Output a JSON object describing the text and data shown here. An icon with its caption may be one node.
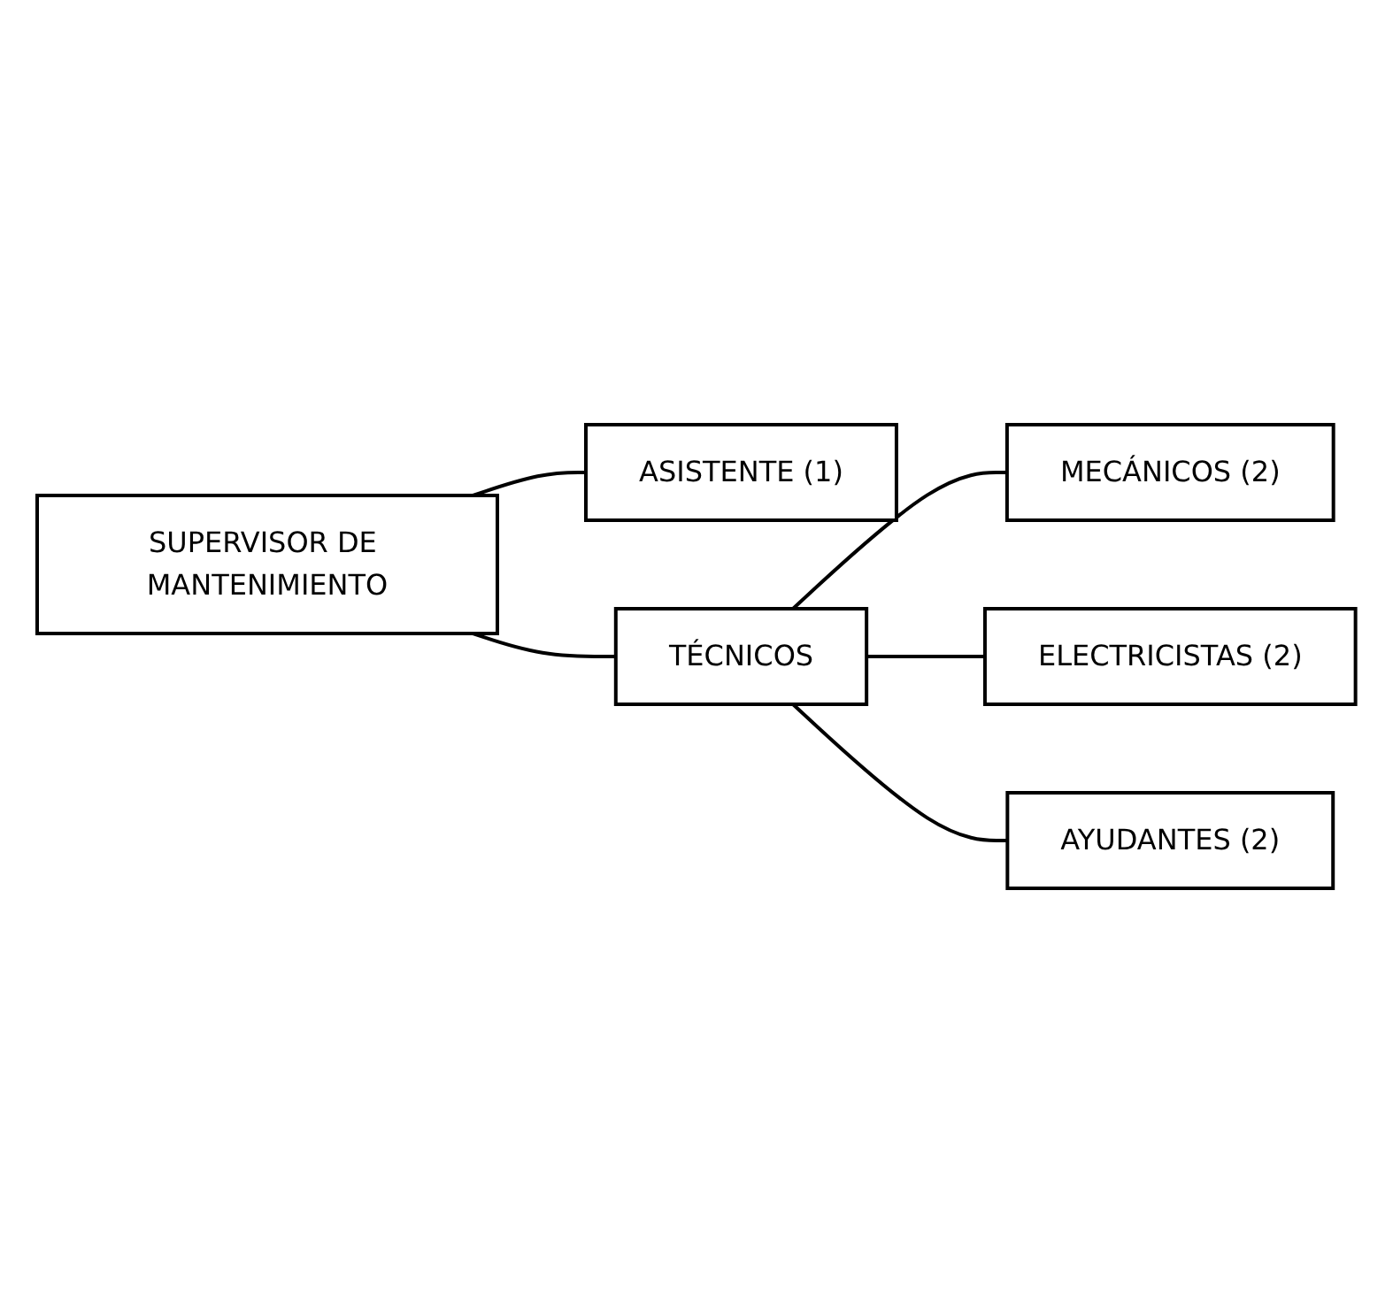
{
  "diagram": {
    "nodes": [
      {
        "text": [
          "SUPERVISOR DE MANTENIMIENTO"
        ]
      },
      {
        "text": [
          "ASISTENTE (1)"
        ]
      },
      {
        "text": [
          "TÉCNICOS"
        ]
      },
      {
        "text": [
          "MECÁNICOS (2)"
        ]
      },
      {
        "text": [
          "ELECTRICISTAS (2)"
        ]
      },
      {
        "text": [
          "AYUDANTES (2)"
        ]
      }
    ],
    "edges": [
      {
        "from": 0,
        "to": 1,
        "arrow": "none"
      },
      {
        "from": 0,
        "to": 2,
        "arrow": "none"
      },
      {
        "from": 2,
        "to": 3,
        "arrow": "none"
      },
      {
        "from": 2,
        "to": 4,
        "arrow": "none"
      },
      {
        "from": 2,
        "to": 5,
        "arrow": "none"
      }
    ]
  }
}
